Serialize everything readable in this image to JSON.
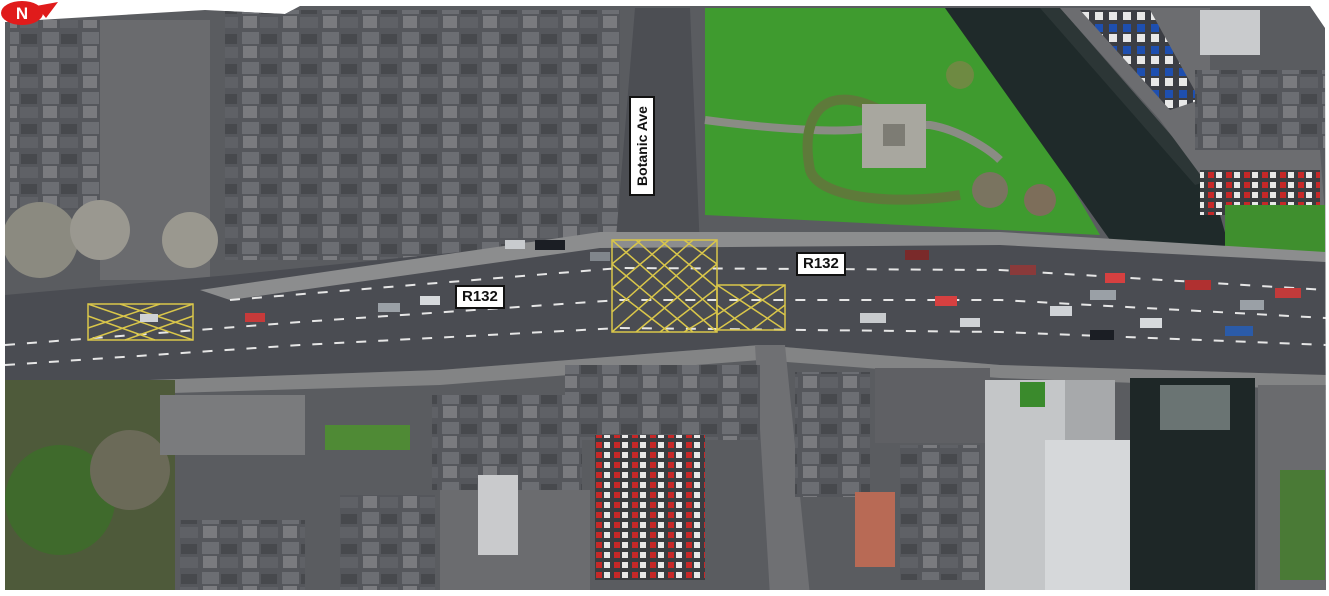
{
  "map": {
    "type": "aerial orthophoto",
    "road_labels": {
      "r132_left": "R132",
      "r132_right": "R132",
      "botanic": "Botanic Ave"
    },
    "north_arrow": {
      "icon": "north-arrow-icon",
      "color": "#e01b1b"
    },
    "colors": {
      "road": "#4a4c52",
      "grass": "#3f9b2f",
      "river": "#1f2a2a",
      "roof": "#5b5d62",
      "yellow_box": "#d9c64a"
    }
  }
}
